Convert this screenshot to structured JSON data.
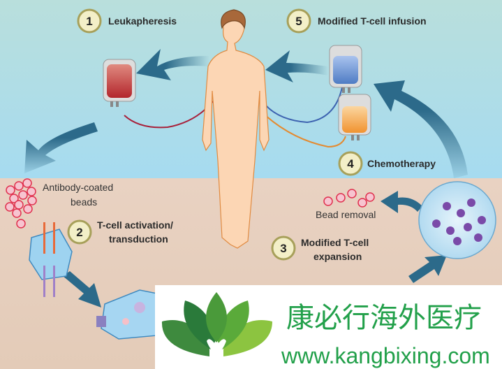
{
  "steps": [
    {
      "number": "1",
      "label": "Leukapheresis"
    },
    {
      "number": "2",
      "label_line1": "T-cell activation/",
      "label_line2": "transduction"
    },
    {
      "number": "3",
      "label_line1": "Modified T-cell",
      "label_line2": "expansion"
    },
    {
      "number": "4",
      "label": "Chemotherapy"
    },
    {
      "number": "5",
      "label": "Modified T-cell infusion"
    }
  ],
  "annotations": {
    "beads_line1": "Antibody-coated",
    "beads_line2": "beads",
    "bead_removal": "Bead removal"
  },
  "watermark": {
    "chinese": "康必行海外医疗",
    "url": "www.kangbixing.com"
  },
  "colors": {
    "sky": "#a9dcee",
    "ground": "#e8d4c4",
    "arrow": "#2c6a8a",
    "badge": "#f3efc8",
    "watermark_green": "#22a04a"
  }
}
